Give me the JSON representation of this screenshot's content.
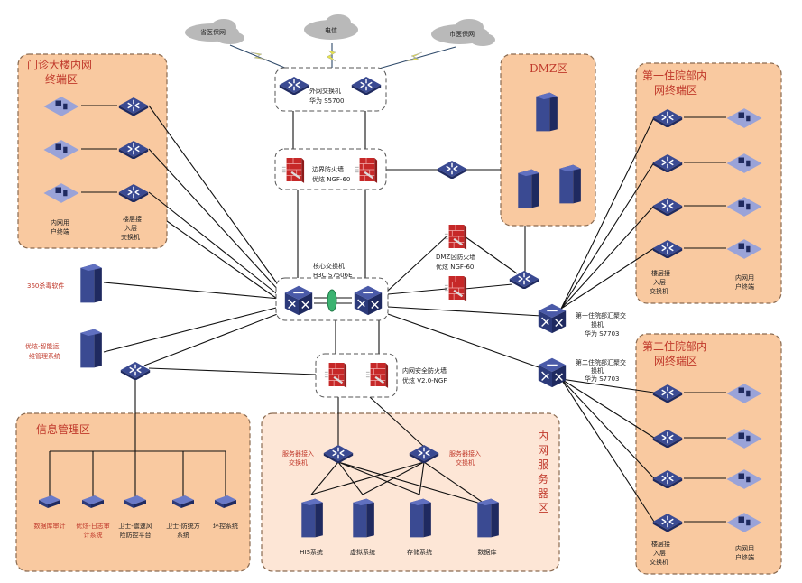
{
  "clouds": [
    "省医保网",
    "电信",
    "市医保网"
  ],
  "outer_switch": {
    "name": "外网交换机",
    "model": "华为 S5700"
  },
  "border_firewall": {
    "name": "边界防火墙",
    "model": "优炫 NGF-60"
  },
  "core_switch": {
    "name": "核心交换机",
    "model": "H3C S7506E"
  },
  "dmz_firewall": {
    "name": "DMZ区防火墙",
    "model": "优炫 NGF-60"
  },
  "inner_firewall": {
    "name": "内网安全防火墙",
    "model": "优炫 V2.0-NGF"
  },
  "agg1": {
    "l1": "第一住院部汇聚交",
    "l2": "换机",
    "model": "华为 S7703"
  },
  "agg2": {
    "l1": "第二住院部汇聚交",
    "l2": "换机",
    "model": "华为 S7703"
  },
  "zones": {
    "outpatient": {
      "l1": "门诊大楼内网",
      "l2": "终端区"
    },
    "dmz": "DMZ区",
    "ward1": {
      "l1": "第一住院部内",
      "l2": "网终端区"
    },
    "ward2": {
      "l1": "第二住院部内",
      "l2": "网终端区"
    },
    "info": "信息管理区",
    "server": [
      "内",
      "网",
      "服",
      "务",
      "器",
      "区"
    ]
  },
  "labels": {
    "user_terminal": [
      "内网用",
      "户终端"
    ],
    "access_switch": [
      "楼层接",
      "入层",
      "交换机"
    ],
    "antivirus": "360杀毒软件",
    "ops": [
      "优炫-智能运",
      "维管理系统"
    ],
    "server_switch": [
      "服务器接入",
      "交换机"
    ]
  },
  "info_devices": [
    {
      "l1": "数据库审计",
      "l2": "",
      "color": "#c0392b"
    },
    {
      "l1": "优炫-日志审",
      "l2": "计系统",
      "color": "#c0392b"
    },
    {
      "l1": "卫士-震速风",
      "l2": "险防控平台",
      "color": "#222222"
    },
    {
      "l1": "卫士-防统方",
      "l2": "系统",
      "color": "#222222"
    },
    {
      "l1": "环控系统",
      "l2": "",
      "color": "#222222"
    }
  ],
  "servers": [
    "HIS系统",
    "虚拟系统",
    "存储系统",
    "数据库"
  ],
  "colors": {
    "zone": "#f9c9a0",
    "accent_text": "#c0392b",
    "device_blue": "#2c3a7a",
    "firewall_red": "#c62828",
    "link_group": "#3cb371"
  }
}
